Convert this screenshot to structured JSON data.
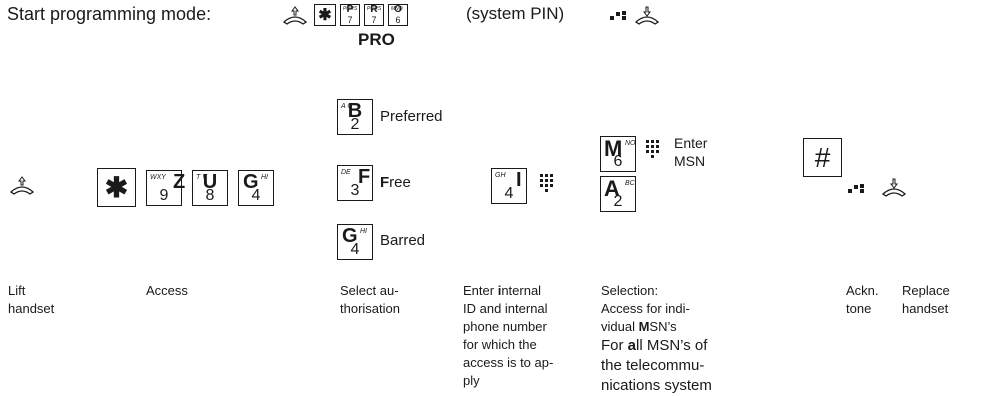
{
  "header": {
    "start_label": "Start programming mode:",
    "system_pin_label": "(system PIN)",
    "pro_label": "PRO"
  },
  "pin_keys": [
    {
      "sup": "PQRS",
      "letter": "P",
      "digit": "7"
    },
    {
      "sup": "PQRS",
      "letter": "R",
      "digit": "7"
    },
    {
      "sup": "MNO",
      "letter": "O",
      "digit": "6"
    }
  ],
  "access_keys": [
    {
      "sup": "WXY",
      "letter": "Z",
      "digit": "9"
    },
    {
      "sup": "T V",
      "letter": "U",
      "digit": "8"
    },
    {
      "sup": "HI",
      "letter": "G",
      "digit": "4"
    }
  ],
  "authorisation": {
    "options": [
      {
        "key_sup": "A C",
        "key_letter": "B",
        "key_digit": "2",
        "label": "Preferred",
        "emph": ""
      },
      {
        "key_sup": "DE",
        "key_letter": "F",
        "key_digit": "3",
        "label": "ree",
        "emph": "F"
      },
      {
        "key_sup": "HI",
        "key_letter": "G",
        "key_digit": "4",
        "label": "Barred",
        "emph": ""
      }
    ]
  },
  "internal_key": {
    "sup": "GH",
    "letter": "I",
    "digit": "4"
  },
  "msn": {
    "key_m": {
      "sup": "NO",
      "letter": "M",
      "digit": "6"
    },
    "key_a": {
      "sup": "BC",
      "letter": "A",
      "digit": "2"
    },
    "enter_line1": "Enter",
    "enter_line2": "MSN"
  },
  "hash_symbol": "#",
  "star_symbol": "✱",
  "captions": {
    "lift": [
      "Lift",
      "handset"
    ],
    "access": [
      "Access"
    ],
    "select": [
      "Select au-",
      "thorisation"
    ],
    "enter_internal": {
      "bold_first": "i",
      "first_rest": "nternal",
      "lines": [
        "ID and internal",
        "phone number",
        "for which the",
        "access is to ap-",
        "ply"
      ],
      "first_prefix": "Enter "
    },
    "selection": {
      "line1": "Selection:",
      "line2": "Access for indi-",
      "line3": "vidual ",
      "line3_bold": "M",
      "line3_rest": "SN’s",
      "line4_prefix": "For ",
      "line4_bold": "a",
      "line4_rest": "ll MSN’s of",
      "line5": "the telecommu-",
      "line6": "nications system"
    },
    "ackn": [
      "Ackn.",
      "tone"
    ],
    "replace": [
      "Replace",
      "handset"
    ]
  }
}
